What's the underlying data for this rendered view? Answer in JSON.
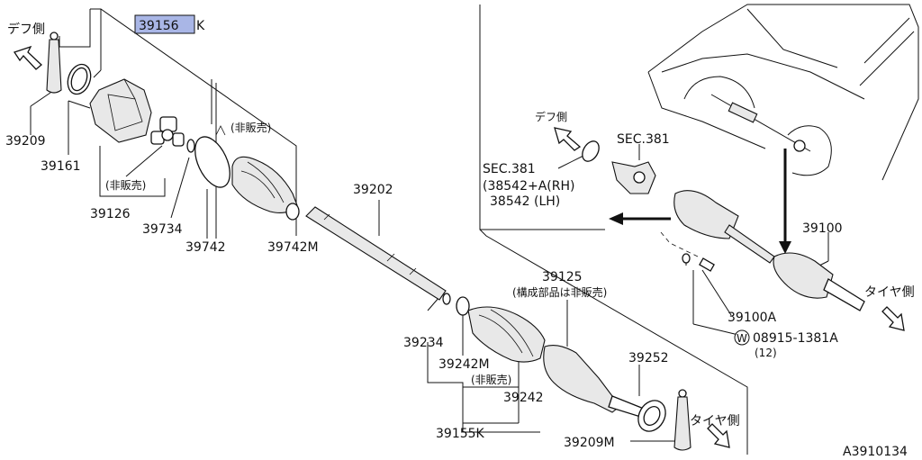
{
  "diagram": {
    "highlight_color": "#a9b6e6",
    "direction_labels": {
      "diff_side_top_left": "デフ側",
      "diff_side_inset": "デフ側",
      "tire_side_inset": "タイヤ側",
      "tire_side_bottom": "タイヤ側"
    },
    "part_labels": {
      "p39156K_num": "39156",
      "p39156K_suffix": "K",
      "p39209": "39209",
      "p39161": "39161",
      "not_sold_1": "(非販売)",
      "p39126": "39126",
      "p39734": "39734",
      "p39742": "39742",
      "not_sold_2": "(非販売)",
      "p39742M": "39742M",
      "p39202": "39202",
      "p39125": "39125",
      "p39125_note": "(構成部品は非販売)",
      "p39234": "39234",
      "p39242M": "39242M",
      "not_sold_3": "(非販売)",
      "p39242": "39242",
      "p39155K": "39155K",
      "p39252": "39252",
      "p39209M": "39209M",
      "sec381_a": "SEC.381",
      "sec381_b": "SEC.381",
      "sec381_rh": "(38542+A(RH)",
      "sec381_lh": "38542  (LH)",
      "p39100": "39100",
      "p39100A": "39100A",
      "washer_symbol": "W",
      "p08915": "08915-1381A",
      "qty12": "(12)",
      "diagram_code": "A3910134"
    }
  }
}
